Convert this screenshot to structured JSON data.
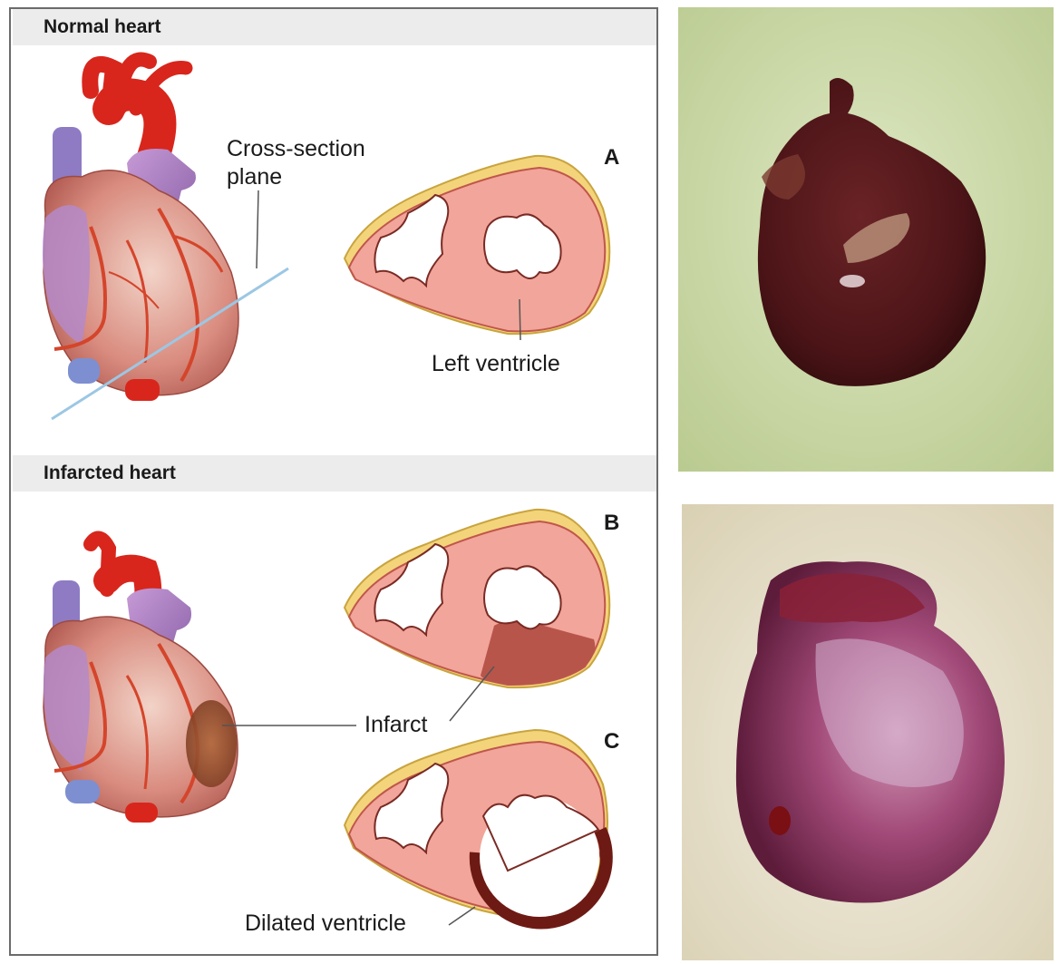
{
  "sections": {
    "normal_title": "Normal heart",
    "infarcted_title": "Infarcted heart"
  },
  "labels": {
    "cross_section": "Cross-section",
    "plane": "plane",
    "left_ventricle": "Left ventricle",
    "infarct": "Infarct",
    "dilated_ventricle": "Dilated ventricle"
  },
  "panel_letters": {
    "a": "A",
    "b": "B",
    "c": "C"
  },
  "colors": {
    "tissue": "#f2a59a",
    "tissue_edge": "#c0564c",
    "fat": "#f3d47a",
    "infarct": "#b8554b",
    "dilated_wall": "#6e1a14",
    "photo_bg_top": "#c5d3a0",
    "photo_bg_bottom": "#ece5cf"
  }
}
